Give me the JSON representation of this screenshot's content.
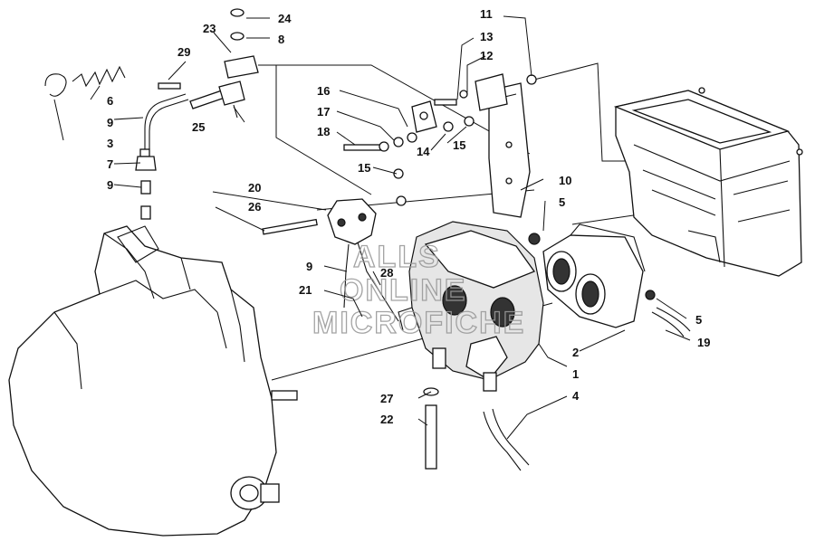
{
  "callouts": [
    "1",
    "2",
    "3",
    "4",
    "5",
    "5",
    "6",
    "7",
    "8",
    "9",
    "9",
    "9",
    "10",
    "11",
    "12",
    "13",
    "14",
    "15",
    "15",
    "16",
    "17",
    "18",
    "19",
    "20",
    "21",
    "22",
    "23",
    "24",
    "25",
    "26",
    "27",
    "28",
    "29"
  ],
  "watermark": [
    "ALLS",
    "ONLINE",
    "MICROFICHE"
  ]
}
